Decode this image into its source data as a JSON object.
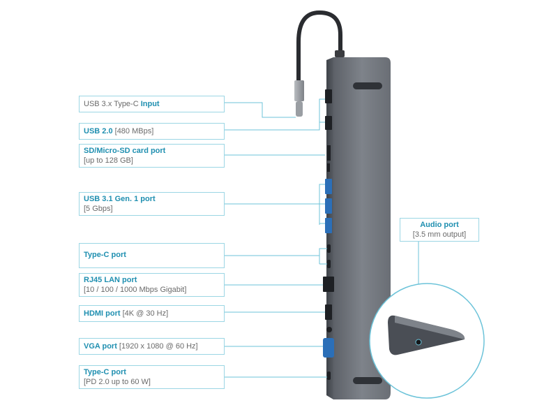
{
  "labels": [
    {
      "id": "usb-typec-input",
      "t1": "USB 3.x Type-C ",
      "b1": "Input",
      "line2": ""
    },
    {
      "id": "usb20",
      "b1": "USB 2.0",
      "t1": " [480 MBps]",
      "line2": ""
    },
    {
      "id": "sd-card",
      "b1": "SD/Micro-SD card port",
      "t1": "",
      "line2": "[up to 128 GB]"
    },
    {
      "id": "usb31",
      "b1": "USB 3.1 Gen. 1 port",
      "t1": "",
      "line2": "[5 Gbps]"
    },
    {
      "id": "typec-port",
      "b1": "Type-C port",
      "t1": "",
      "line2": ""
    },
    {
      "id": "rj45",
      "b1": "RJ45 LAN port",
      "t1": "",
      "line2": "[10 / 100 / 1000 Mbps Gigabit]"
    },
    {
      "id": "hdmi",
      "b1": "HDMI port",
      "t1": " [4K @ 30 Hz]",
      "line2": ""
    },
    {
      "id": "vga",
      "b1": "VGA port",
      "t1": " [1920 x 1080 @ 60 Hz]",
      "line2": ""
    },
    {
      "id": "typec-pd",
      "b1": "Type-C port",
      "t1": "",
      "line2": "[PD 2.0 up to 60 W]"
    }
  ],
  "audio": {
    "title": "Audio port",
    "sub": "[3.5 mm output]"
  },
  "colors": {
    "accent": "#1f8fb0",
    "line": "#6cc3d9",
    "device": "#6f747c",
    "device_dark": "#4a4e55"
  }
}
